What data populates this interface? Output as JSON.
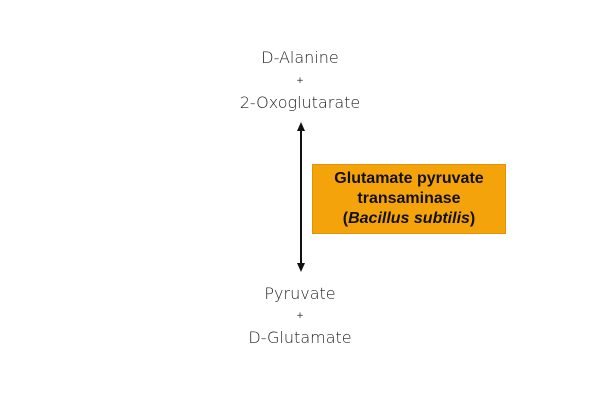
{
  "substrates": {
    "first": "D-Alanine",
    "plus": "+",
    "second": "2-Oxoglutarate"
  },
  "products": {
    "first": "Pyruvate",
    "plus": "+",
    "second": "D-Glutamate"
  },
  "arrow": {
    "type": "bidirectional",
    "color": "#111111"
  },
  "enzyme": {
    "line1": "Glutamate pyruvate",
    "line2": "transaminase",
    "organism_open": "(",
    "organism": "Bacillus subtilis",
    "organism_close": ")",
    "background_color": "#f5a30a"
  }
}
